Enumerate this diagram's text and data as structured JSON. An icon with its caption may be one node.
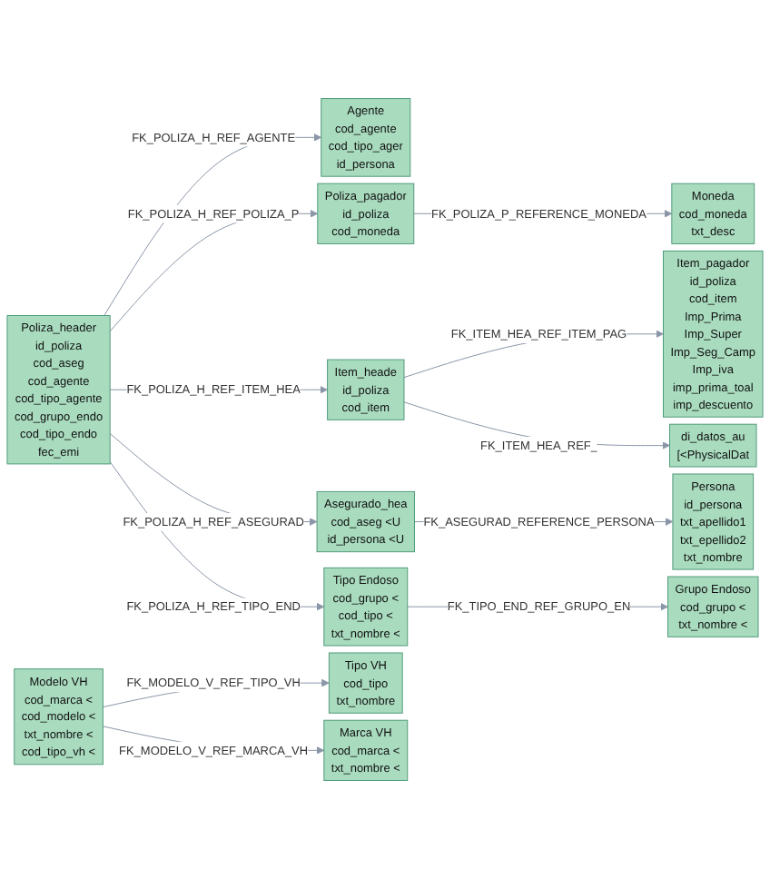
{
  "diagram": {
    "nodes": [
      {
        "text": [
          "Agente",
          "cod_agente",
          "cod_tipo_ager",
          "id_persona"
        ]
      },
      {
        "text": [
          "Poliza_pagador",
          "id_poliza",
          "cod_moneda"
        ]
      },
      {
        "text": [
          "Moneda",
          "cod_moneda",
          "txt_desc"
        ]
      },
      {
        "text": [
          "Item_pagador",
          "id_poliza",
          "cod_item",
          "Imp_Prima",
          "Imp_Super",
          "Imp_Seg_Camp",
          "Imp_iva",
          "imp_prima_toal",
          "imp_descuento"
        ]
      },
      {
        "text": [
          "Poliza_header",
          "id_poliza",
          "cod_aseg",
          "cod_agente",
          "cod_tipo_agente",
          "cod_grupo_endo",
          "cod_tipo_endo",
          "fec_emi"
        ]
      },
      {
        "text": [
          "Item_heade",
          "id_poliza",
          "cod_item"
        ]
      },
      {
        "text": [
          "di_datos_au",
          "[<PhysicalDat"
        ]
      },
      {
        "text": [
          "Asegurado_hea",
          "cod_aseg <U",
          "id_persona <U"
        ]
      },
      {
        "text": [
          "Tipo Endoso",
          "cod_grupo <",
          "cod_tipo <",
          "txt_nombre <"
        ]
      },
      {
        "text": [
          "Persona",
          "id_persona",
          "txt_apellido1",
          "txt_epellido2",
          "txt_nombre"
        ]
      },
      {
        "text": [
          "Modelo VH",
          "cod_marca <",
          "cod_modelo <",
          "txt_nombre <",
          "cod_tipo_vh <"
        ]
      },
      {
        "text": [
          "Grupo Endoso",
          "cod_grupo <",
          "txt_nombre <"
        ]
      },
      {
        "text": [
          "Tipo VH",
          "cod_tipo",
          "txt_nombre"
        ]
      },
      {
        "text": [
          "Marca VH",
          "cod_marca <",
          "txt_nombre <"
        ]
      }
    ],
    "edges": [
      {
        "from": 4,
        "to": 0,
        "arrow": "to",
        "label": "FK_POLIZA_H_REF_AGENTE"
      },
      {
        "from": 4,
        "to": 1,
        "arrow": "to",
        "label": "FK_POLIZA_H_REF_POLIZA_P"
      },
      {
        "from": 1,
        "to": 2,
        "arrow": "to",
        "label": "FK_POLIZA_P_REFERENCE_MONEDA"
      },
      {
        "from": 4,
        "to": 5,
        "arrow": "to",
        "label": "FK_POLIZA_H_REF_ITEM_HEA"
      },
      {
        "from": 5,
        "to": 3,
        "arrow": "to",
        "label": "FK_ITEM_HEA_REF_ITEM_PAG"
      },
      {
        "from": 5,
        "to": 6,
        "arrow": "to",
        "label": "FK_ITEM_HEA_REF_"
      },
      {
        "from": 4,
        "to": 7,
        "arrow": "to",
        "label": "FK_POLIZA_H_REF_ASEGURAD"
      },
      {
        "from": 4,
        "to": 8,
        "arrow": "to",
        "label": "FK_POLIZA_H_REF_TIPO_END"
      },
      {
        "from": 7,
        "to": 9,
        "arrow": "to",
        "label": "FK_ASEGURAD_REFERENCE_PERSONA"
      },
      {
        "from": 8,
        "to": 11,
        "arrow": "to",
        "label": "FK_TIPO_END_REF_GRUPO_EN"
      },
      {
        "from": 10,
        "to": 12,
        "arrow": "to",
        "label": "FK_MODELO_V_REF_TIPO_VH"
      },
      {
        "from": 10,
        "to": 13,
        "arrow": "to",
        "label": "FK_MODELO_V_REF_MARCA_VH"
      }
    ]
  }
}
